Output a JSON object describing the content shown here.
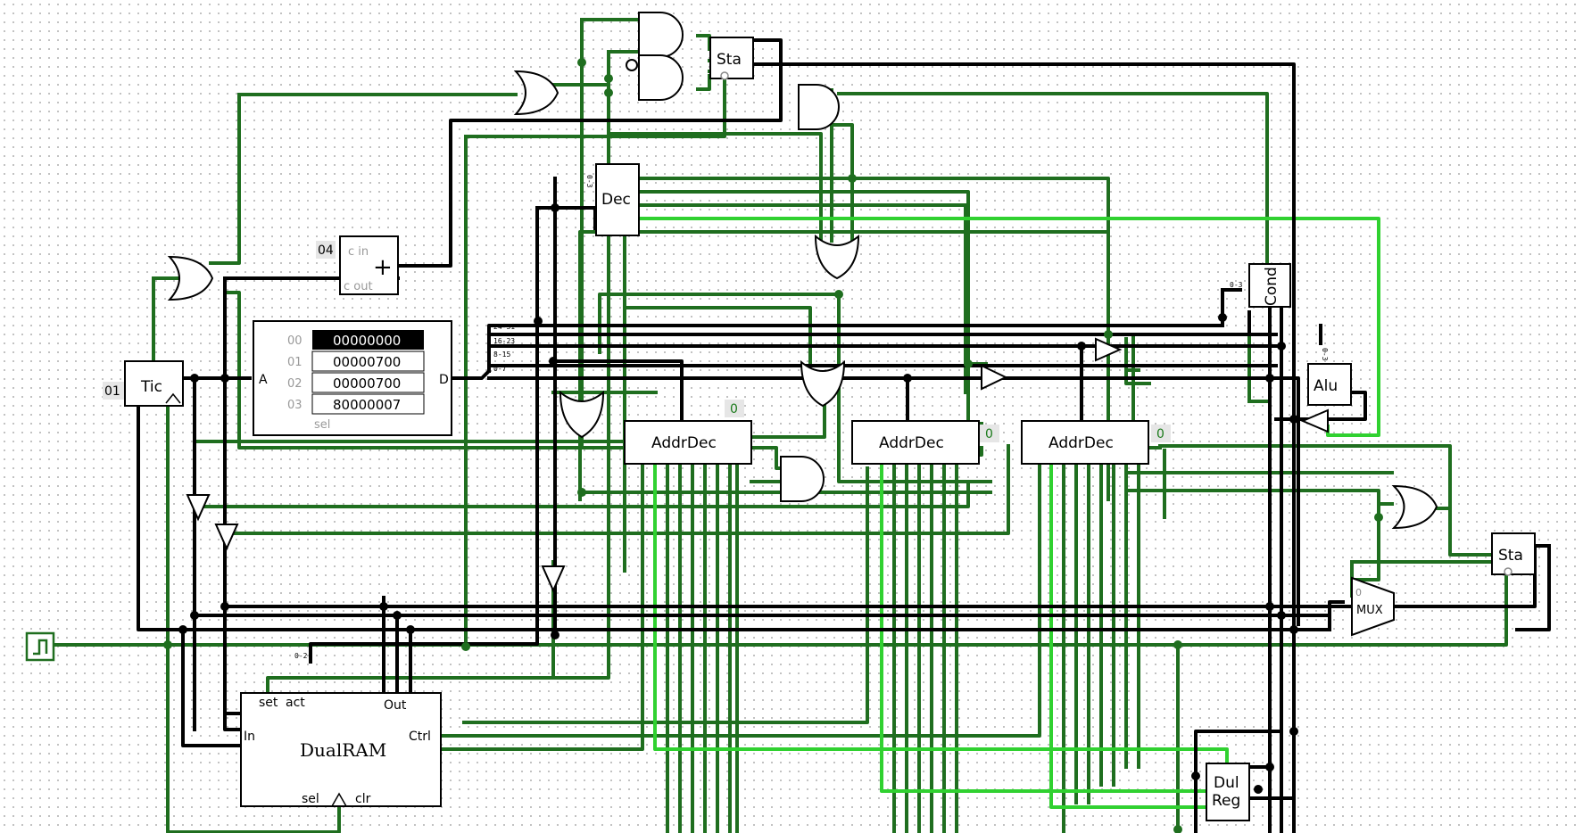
{
  "components": {
    "tic": "Tic",
    "dec": "Dec",
    "sta_top": "Sta",
    "sta_right": "Sta",
    "cond": "Cond",
    "alu": "Alu",
    "mux": "MUX",
    "dul_reg_line1": "Dul",
    "dul_reg_line2": "Reg",
    "dualram": "DualRAM",
    "addrdec_1": "AddrDec",
    "addrdec_2": "AddrDec",
    "addrdec_3": "AddrDec",
    "adder_cin": "c in",
    "adder_cout": "c out",
    "adder_symbol": "+"
  },
  "constants": {
    "tic_const": "01",
    "adder_const": "04",
    "addrdec_1_value": "0",
    "addrdec_2_value": "0",
    "addrdec_3_value": "0",
    "mux_select": "0"
  },
  "rom": {
    "pin_a": "A",
    "pin_d": "D",
    "sel_label": "sel",
    "rows": [
      {
        "addr": "00",
        "value": "00000000"
      },
      {
        "addr": "01",
        "value": "00000700"
      },
      {
        "addr": "02",
        "value": "00000700"
      },
      {
        "addr": "03",
        "value": "80000007"
      }
    ]
  },
  "dualram_pins": {
    "set": "set",
    "act": "act",
    "out": "Out",
    "in": "In",
    "ctrl": "Ctrl",
    "sel": "sel",
    "clr": "clr"
  },
  "splitter_labels": {
    "s1": "24-31",
    "s2": "16-23",
    "s3": "8-15",
    "s4": "0-7",
    "ram_split": "0-2",
    "cond_split": "0-3",
    "alu_split": "0-3",
    "dec_split": "0-3"
  },
  "colors": {
    "wire_dark_green": "#1f6e1f",
    "wire_light_green": "#30d130",
    "bus_black": "#000000"
  }
}
